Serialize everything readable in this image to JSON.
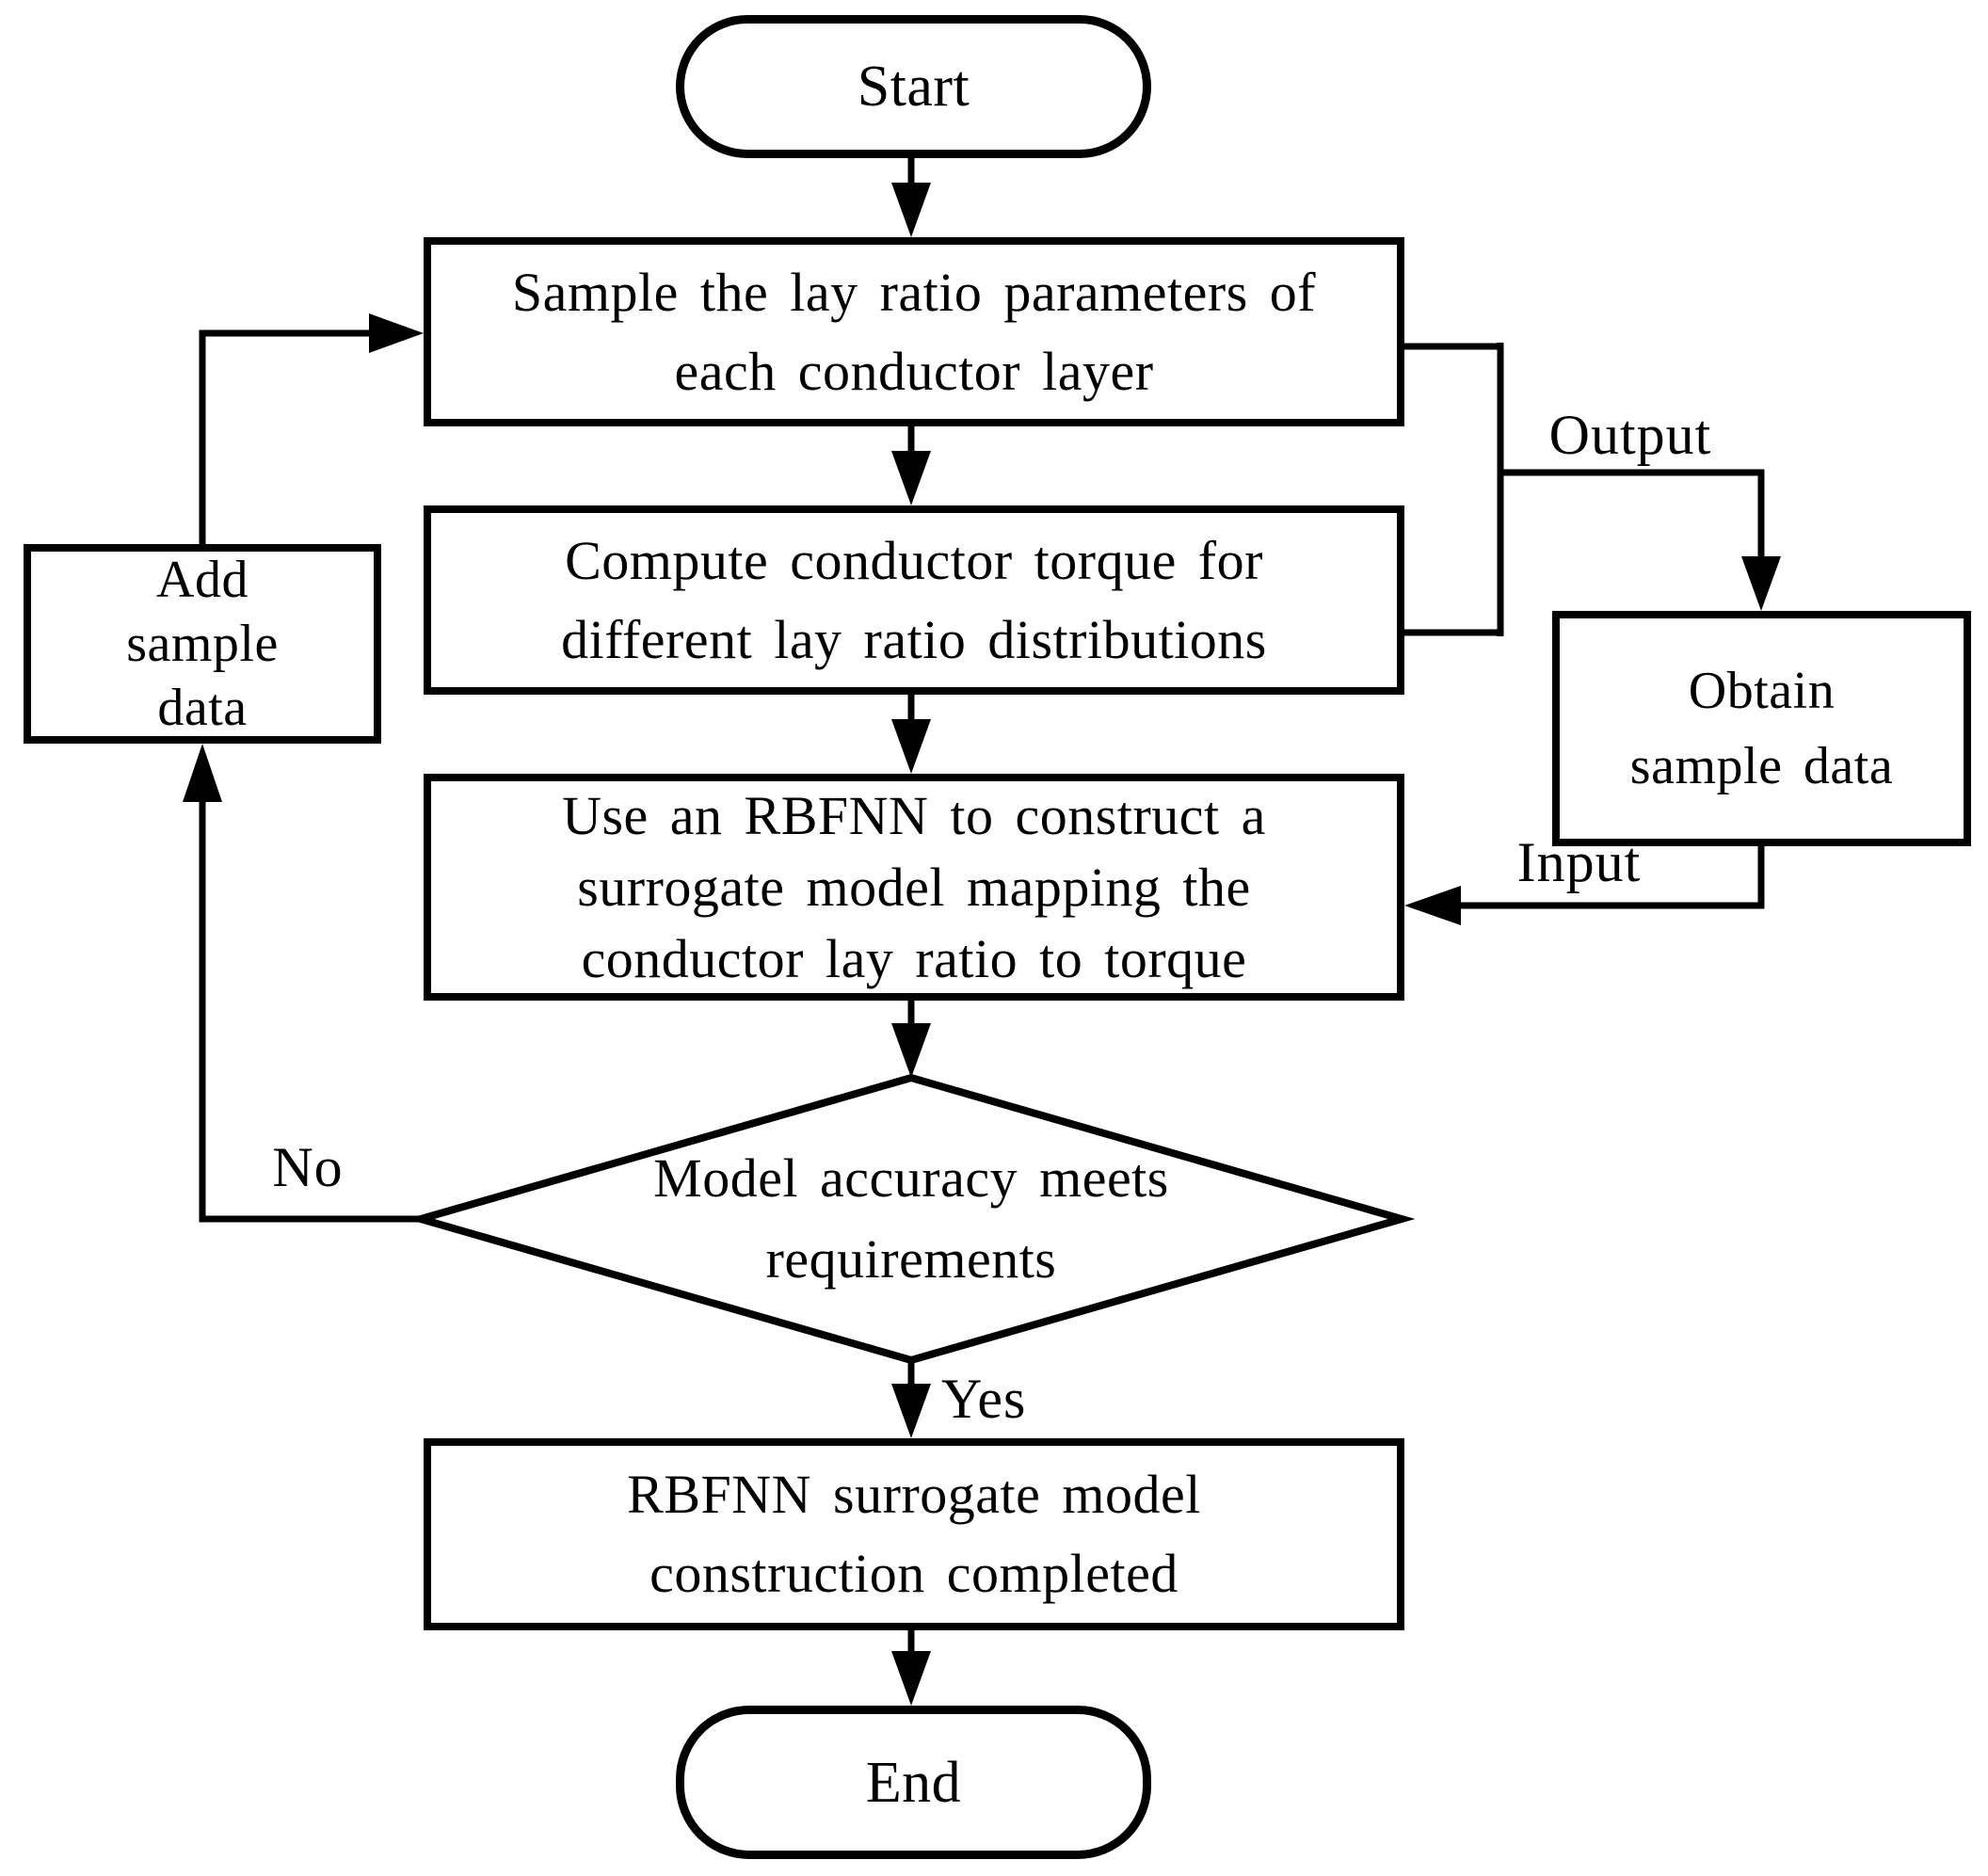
{
  "nodes": {
    "start": {
      "label": "Start"
    },
    "sample": {
      "lines": [
        "Sample the lay ratio parameters of",
        "each conductor layer"
      ]
    },
    "compute": {
      "lines": [
        "Compute conductor torque for",
        "different lay ratio distributions"
      ]
    },
    "rbfnn": {
      "lines": [
        "Use an RBFNN to construct a",
        "surrogate model mapping the",
        "conductor lay ratio to torque"
      ]
    },
    "decision": {
      "lines": [
        "Model accuracy meets",
        "requirements"
      ]
    },
    "completed": {
      "lines": [
        "RBFNN surrogate model",
        "construction completed"
      ]
    },
    "end": {
      "label": "End"
    },
    "add_sample": {
      "lines": [
        "Add",
        "sample",
        "data"
      ]
    },
    "obtain_sample": {
      "lines": [
        "Obtain",
        "sample data"
      ]
    }
  },
  "edge_labels": {
    "output": "Output",
    "input": "Input",
    "no": "No",
    "yes": "Yes"
  },
  "colors": {
    "stroke": "#000000",
    "background": "#ffffff"
  }
}
